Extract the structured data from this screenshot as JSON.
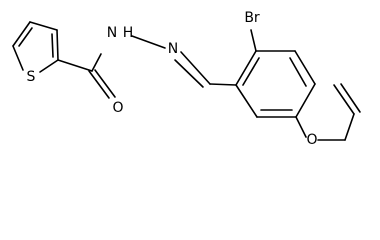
{
  "atoms": {
    "sulfur": "S",
    "oxygen_carbonyl": "O",
    "nitrogen_amide": "N",
    "hydrogen_amide": "H",
    "nitrogen_imine": "N",
    "bromine": "Br",
    "oxygen_ether": "O"
  }
}
